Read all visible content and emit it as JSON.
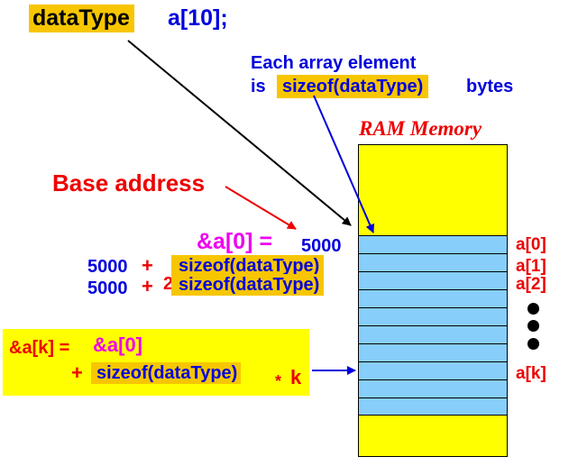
{
  "declaration": {
    "type": "dataType",
    "rest": "a[10];"
  },
  "element_size_note": {
    "line1": "Each array element",
    "line2_prefix": "is",
    "line2_highlight": "sizeof(dataType)",
    "line2_suffix": "bytes"
  },
  "memory_title": "RAM Memory",
  "base_address_label": "Base address",
  "base": {
    "lhs": "&a[0] =",
    "value": "5000"
  },
  "offsets": [
    {
      "base": "5000",
      "plus": "+",
      "multiplier": "",
      "expr": "sizeof(dataType)"
    },
    {
      "base": "5000",
      "plus": "+",
      "multiplier": "2",
      "expr": "sizeof(dataType)"
    }
  ],
  "formula": {
    "lhs": "&a[k] =",
    "first": "&a[0]",
    "plus": "+",
    "expr": "sizeof(dataType)",
    "times": "*",
    "k": "k"
  },
  "element_labels": {
    "a0": "a[0]",
    "a1": "a[1]",
    "a2": "a[2]",
    "ak": "a[k]"
  },
  "memory_cells": 10,
  "colors": {
    "highlight": "#f7c600",
    "memory_fill": "#ffff00",
    "cell_fill": "#87cefa",
    "blue": "#0000dd",
    "red": "#ee0000",
    "magenta": "#ee00ee"
  }
}
